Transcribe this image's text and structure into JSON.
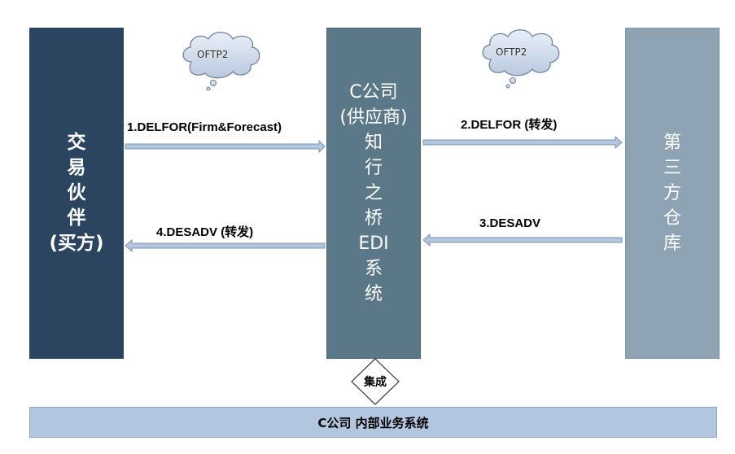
{
  "columns": {
    "left": "交\n易\n伙\n伴\n(买方)",
    "middle": "C公司\n(供应商)\n知\n行\n之\n桥\nEDI\n系\n统",
    "right": "第\n三\n方\n仓\n库"
  },
  "clouds": [
    "OFTP2",
    "OFTP2"
  ],
  "arrows": {
    "a1": "1.DELFOR(Firm&Forecast)",
    "a2": "2.DELFOR (转发)",
    "a3": "3.DESADV",
    "a4": "4.DESADV  (转发)"
  },
  "integration": "集成",
  "bottom_bar": "C公司 内部业务系统",
  "colors": {
    "left_col": "#2b4460",
    "middle_col": "#5a7887",
    "right_col": "#8ea4b4",
    "arrow_fill": "#b3c6e0",
    "bottom_bar": "#b3c6e0"
  }
}
